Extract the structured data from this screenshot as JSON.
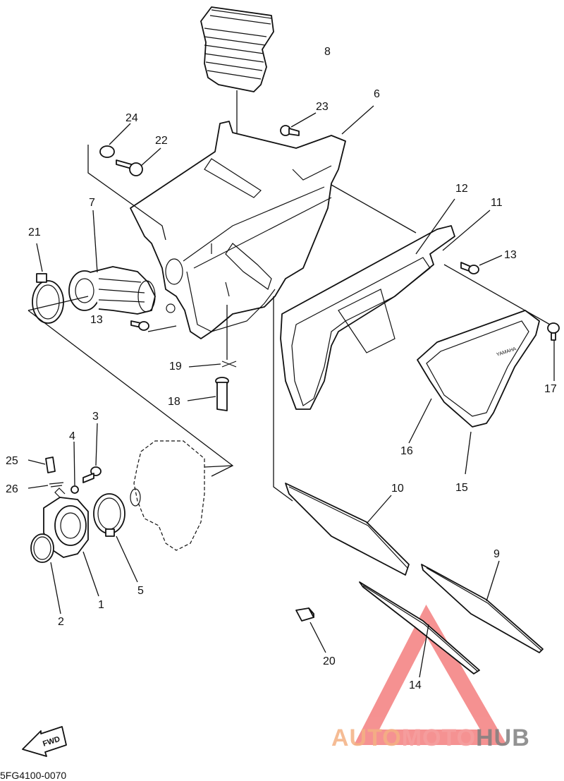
{
  "diagram_code": "5FG4100-0070",
  "fwd_label": "FWD",
  "cover_label": "YAMAHA",
  "watermark": {
    "part1": "AUTO",
    "part2": "MOTO",
    "part3": "HUB",
    "colors": {
      "auto": "#f4b183",
      "moto": "#f6a0a0",
      "hub": "#808080",
      "triangle": "#f26d6d"
    }
  },
  "callouts": [
    {
      "id": "8",
      "text": "8"
    },
    {
      "id": "23",
      "text": "23"
    },
    {
      "id": "6",
      "text": "6"
    },
    {
      "id": "24",
      "text": "24"
    },
    {
      "id": "22",
      "text": "22"
    },
    {
      "id": "12",
      "text": "12"
    },
    {
      "id": "11",
      "text": "11"
    },
    {
      "id": "7",
      "text": "7"
    },
    {
      "id": "21",
      "text": "21"
    },
    {
      "id": "13a",
      "text": "13"
    },
    {
      "id": "13b",
      "text": "13"
    },
    {
      "id": "17",
      "text": "17"
    },
    {
      "id": "19",
      "text": "19"
    },
    {
      "id": "18",
      "text": "18"
    },
    {
      "id": "16",
      "text": "16"
    },
    {
      "id": "15",
      "text": "15"
    },
    {
      "id": "3",
      "text": "3"
    },
    {
      "id": "4",
      "text": "4"
    },
    {
      "id": "25",
      "text": "25"
    },
    {
      "id": "26",
      "text": "26"
    },
    {
      "id": "10",
      "text": "10"
    },
    {
      "id": "9",
      "text": "9"
    },
    {
      "id": "1",
      "text": "1"
    },
    {
      "id": "5",
      "text": "5"
    },
    {
      "id": "2",
      "text": "2"
    },
    {
      "id": "20",
      "text": "20"
    },
    {
      "id": "14",
      "text": "14"
    }
  ]
}
